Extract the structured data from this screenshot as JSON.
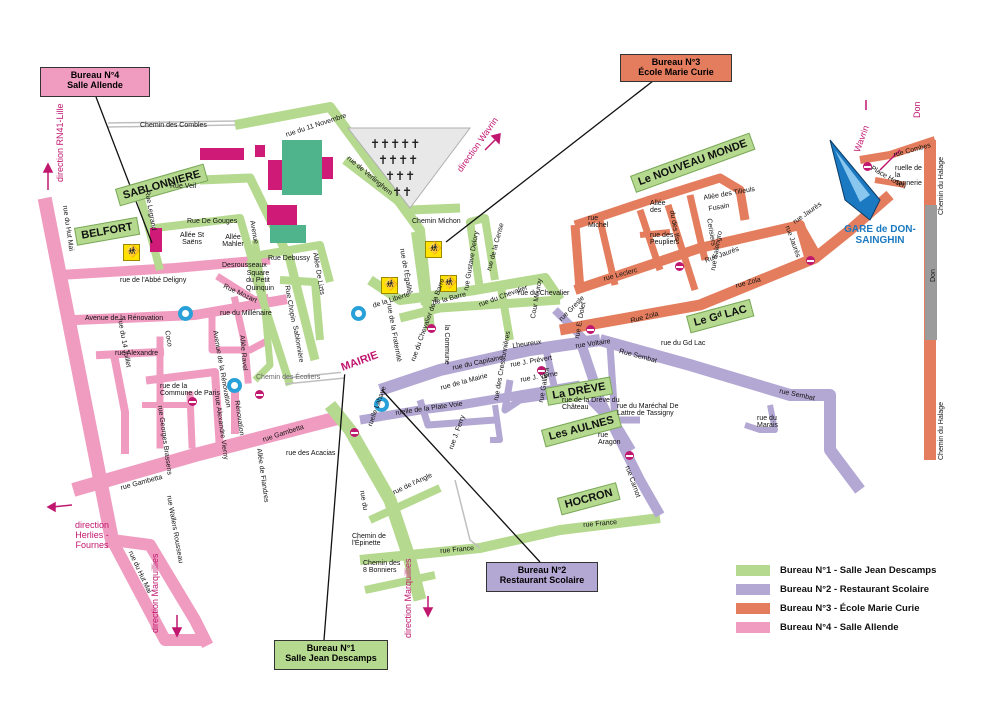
{
  "colors": {
    "bureau1": "#b5d98f",
    "bureau2": "#b3a8d3",
    "bureau3": "#e47d5d",
    "bureau4": "#f09cc0",
    "accent": "#c0176f",
    "station_blue": "#1a79c0"
  },
  "callouts": {
    "b4_line1": "Bureau N°4",
    "b4_line2": "Salle Allende",
    "b3_line1": "Bureau N°3",
    "b3_line2": "École Marie Curie",
    "b2_line1": "Bureau N°2",
    "b2_line2": "Restaurant Scolaire",
    "b1_line1": "Bureau N°1",
    "b1_line2": "Salle Jean Descamps"
  },
  "legend": [
    {
      "label": "Bureau N°1 - Salle Jean Descamps",
      "color": "#b5d98f"
    },
    {
      "label": "Bureau N°2 - Restaurant Scolaire",
      "color": "#b3a8d3"
    },
    {
      "label": "Bureau N°3 - École Marie Curie",
      "color": "#e47d5d"
    },
    {
      "label": "Bureau N°4 - Salle Allende",
      "color": "#f09cc0"
    }
  ],
  "districts": {
    "sablonniere": "SABLONNIERE",
    "belfort": "BELFORT",
    "nouveau_monde": "NOUVEAU MONDE",
    "nouveau_monde_prefix": "Le",
    "gd_lac": "Le Gᵈ LAC",
    "dreve": "La DRÈVE",
    "aulnes": "Les AULNES",
    "hocron": "HOCRON",
    "mairie": "MAIRIE",
    "gare": "GARE de DON-SAINGHIN"
  },
  "directions": {
    "lille": "direction RN41-Lille",
    "wavrin1": "direction Wavrin",
    "wavrin2": "Wavrin",
    "don1": "Don",
    "don2": "Don",
    "herlies": "direction Herlies - Fournes",
    "marquillies1": "direction Marquillies",
    "marquillies2": "direction Marquillies"
  },
  "streets": {
    "combles": "Chemin des Combles",
    "onze_nov": "rue du 11 Novembre",
    "verlinghem": "rue de Verlinghem",
    "michon": "Chemin Michon",
    "veil": "Rue Veil",
    "legrand": "Rue Legrand",
    "gouges": "Rue De Gouges",
    "st_saens": "Allée St Saëns",
    "mahler": "Allée Mahler",
    "avenue": "Avenue",
    "debussy": "Rue Debussy",
    "lizts": "Allée De Lizts",
    "chopin": "Rue Chopin",
    "desrousseaux": "Desrousseaux",
    "squarepq": "Square du Petit Quinquin",
    "mozart": "Rue Mozart",
    "abbe": "rue de l'Abbé Deligny",
    "hutmai_n": "rue du Hut Mai",
    "hutmai_s": "rue du Hut Mai",
    "renovation": "Avenue de la Rénovation",
    "juillet": "rue du 14 Juillet",
    "alexandre": "rue Alexandre",
    "coco": "Coco",
    "millenaire": "rue du Millénaire",
    "ravel": "Allée Ravel",
    "avenue_ren": "Avenue de la Rénovation",
    "commune": "rue de la Commune de Paris",
    "georges": "rue Georges Brassens",
    "alexandre2": "rue Alexandre Vierny",
    "renovation2": "Rénovation",
    "sablonniere_rd": "Sablonnière",
    "ecoliers": "Chemin des Écoliers",
    "gambetta": "rue Gambetta",
    "gambetta2": "rue Gambetta",
    "roussel": "rue Wallers Rousseau",
    "acacias": "rue des Acacias",
    "flandres": "Allée de Flandres",
    "liberte": "de la Liberté",
    "egalite": "rue de l'Égalité",
    "fraternite": "rue de la Fraternité",
    "barre": "de la Barre",
    "chevalier": "rue du Chevalier de la Barre",
    "chevalier2": "rue du Chevalier",
    "delory": "rue Gustave Delory",
    "cense": "rue de la Cense",
    "commune2": "la Commune",
    "chevalier3": "rue du Chevalier",
    "capitaine": "rue du Capitaine",
    "lheureux": "Lheureux",
    "cour": "Cour Mouroy",
    "dolet": "rue E. Dolet",
    "gresle": "rue Gresle",
    "voltaire": "rue Voltaire",
    "sembat": "Rue Sembat",
    "sembat2": "rue Sembat",
    "gdlac": "rue du Gd Lac",
    "prevert": "rue J. Prévert",
    "verne": "rue J. Verne",
    "plate": "ruelle de la Plate Voie",
    "cressonnieres": "rue des Cressonnières",
    "lahaye": "ruelle Lahaye",
    "gallieni": "rue Gallieni",
    "mairie_rue": "rue de la Mairie",
    "dreve_rue": "rue de la Drève du Château",
    "marechal": "rue du Maréchal De Lattre de Tassigny",
    "aragon": "rue Aragon",
    "carnot": "rue Carnot",
    "ferry": "rue J. Ferry",
    "marais": "rue du Marais",
    "angle": "rue de l'Angle",
    "jaures": "Rue Jaurès",
    "jaures2": "rue Jaurès",
    "jaures3": "rue Jaurès",
    "zola": "Rue Zola",
    "zola2": "rue Zola",
    "leclerc": "rue Leclerc",
    "peupliers": "rue des Peupliers",
    "michel": "rue Michel",
    "tilleuls": "Allée des Tilleuls",
    "allee_des": "Allée des",
    "fusain": "Fusain",
    "ifs": "du des Ifs",
    "cerisiers": "Cerisiers",
    "salengro": "rue Salengro",
    "combes": "rue Combes",
    "tannerie": "ruelle de la Tannerie",
    "place": "Place Hosch",
    "halage": "Chemin du Halage",
    "halage2": "Chemin du Halage",
    "don_road": "Don",
    "epinette": "Chemin de l'Épinette",
    "bonniers": "Chemin des 8 Bonniers",
    "france": "rue France",
    "france2": "rue France",
    "mot": "rue du"
  }
}
